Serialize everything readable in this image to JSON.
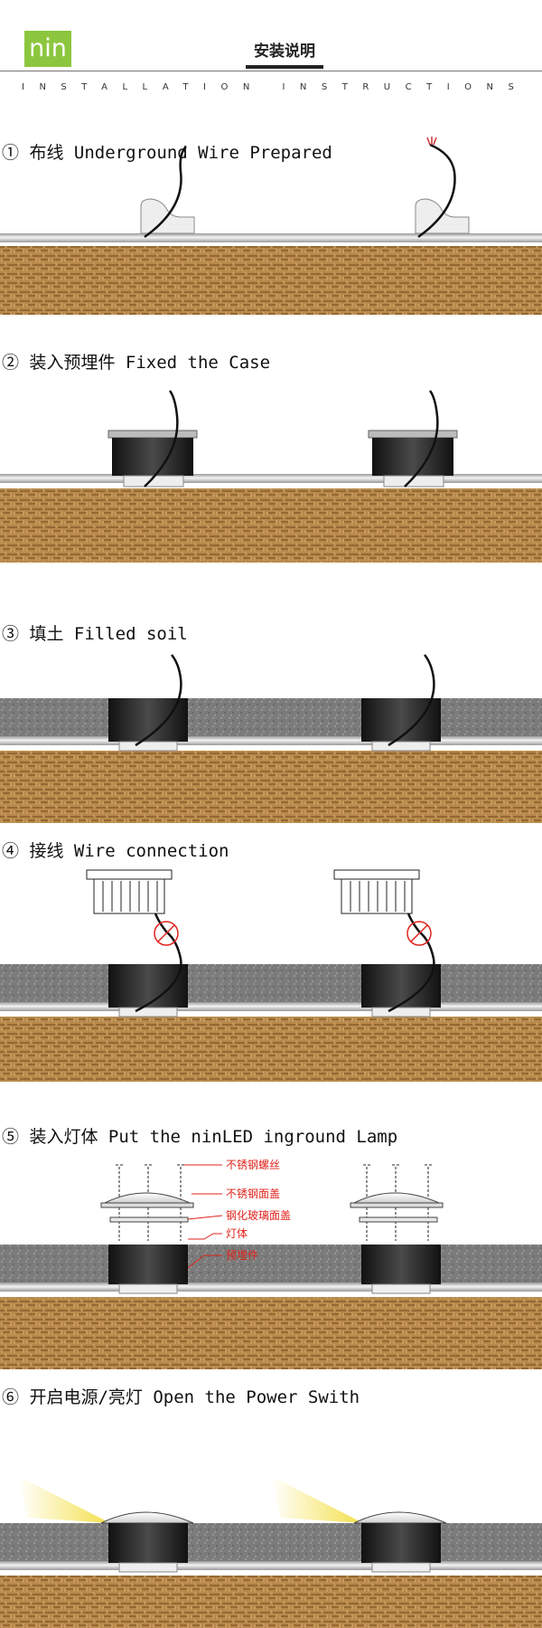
{
  "header": {
    "logo": "nin",
    "title": "安装说明",
    "subtitle": "INSTALLATION INSTRUCTIONS"
  },
  "steps": [
    {
      "label": "① 布线 Underground Wire Prepared"
    },
    {
      "label": "② 装入预埋件 Fixed the Case"
    },
    {
      "label": "③ 填土 Filled soil"
    },
    {
      "label": "④ 接线  Wire connection"
    },
    {
      "label": "⑤ 装入灯体 Put the ninLED inground Lamp"
    },
    {
      "label": "⑥ 开启电源/亮灯  Open the Power Swith"
    }
  ],
  "callouts": [
    "不锈钢螺丝",
    "不锈钢面盖",
    "钢化玻璃面盖",
    "灯体",
    "预埋件"
  ],
  "colors": {
    "logo": "#8cc63f",
    "soil": "#b7884a",
    "gravel": "#7d7d7d",
    "pipe": "#d9d9d9",
    "callout": "#e0231b",
    "light": "#f2dc3a"
  }
}
